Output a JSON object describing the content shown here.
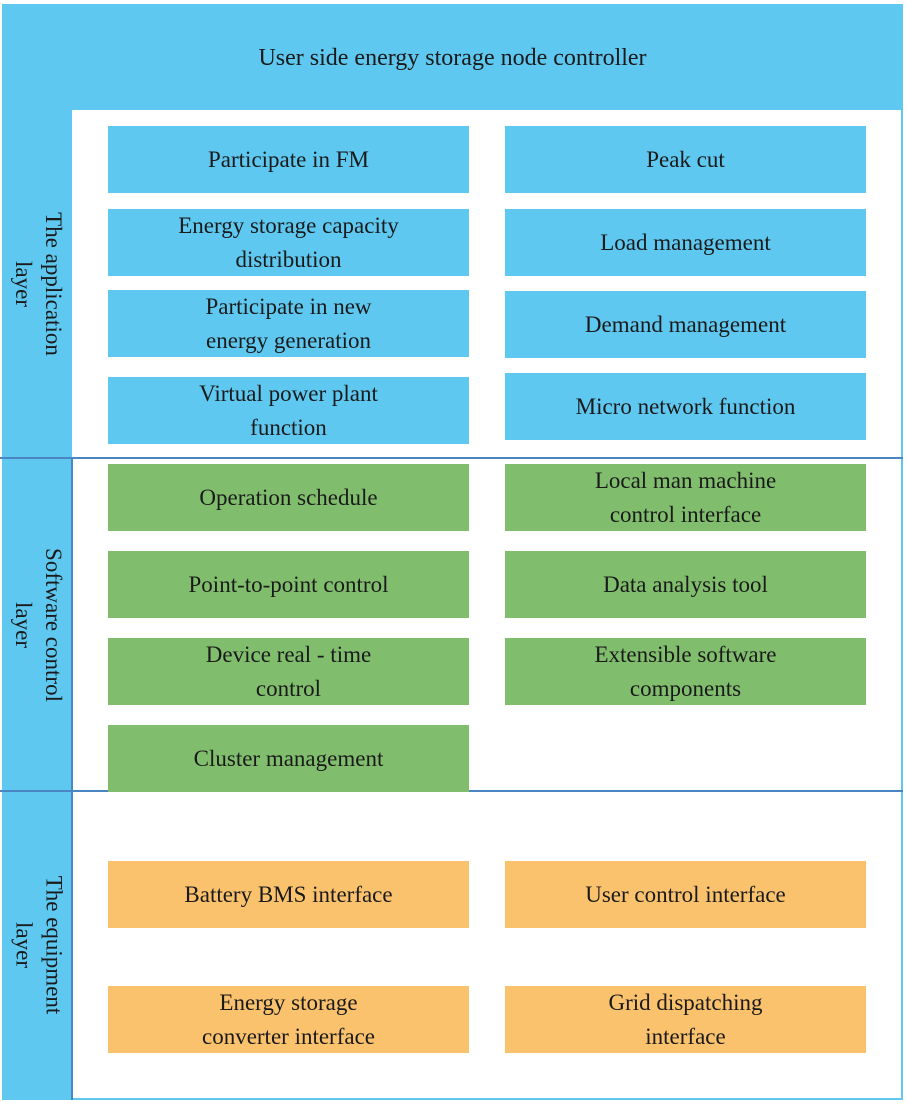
{
  "title": "User side energy storage node controller",
  "layers": {
    "application": {
      "label": "The application\nlayer",
      "color": "#5ec8f0",
      "left": [
        "Participate in FM",
        "Energy storage capacity\ndistribution",
        "Participate in new\nenergy generation",
        "Virtual power plant\nfunction"
      ],
      "right": [
        "Peak cut",
        "Load management",
        "Demand management",
        "Micro network function"
      ]
    },
    "software": {
      "label": "Software control\nlayer",
      "color": "#80be6e",
      "left": [
        "Operation schedule",
        "Point-to-point control",
        "Device real - time\ncontrol",
        "Cluster management"
      ],
      "right": [
        "Local man machine\ncontrol interface",
        "Data analysis tool",
        "Extensible software\ncomponents"
      ]
    },
    "equipment": {
      "label": "The equipment\nlayer",
      "color": "#fbc26e",
      "left": [
        "Battery BMS interface",
        "Energy storage\nconverter interface"
      ],
      "right": [
        "User control interface",
        "Grid dispatching\ninterface"
      ]
    }
  }
}
